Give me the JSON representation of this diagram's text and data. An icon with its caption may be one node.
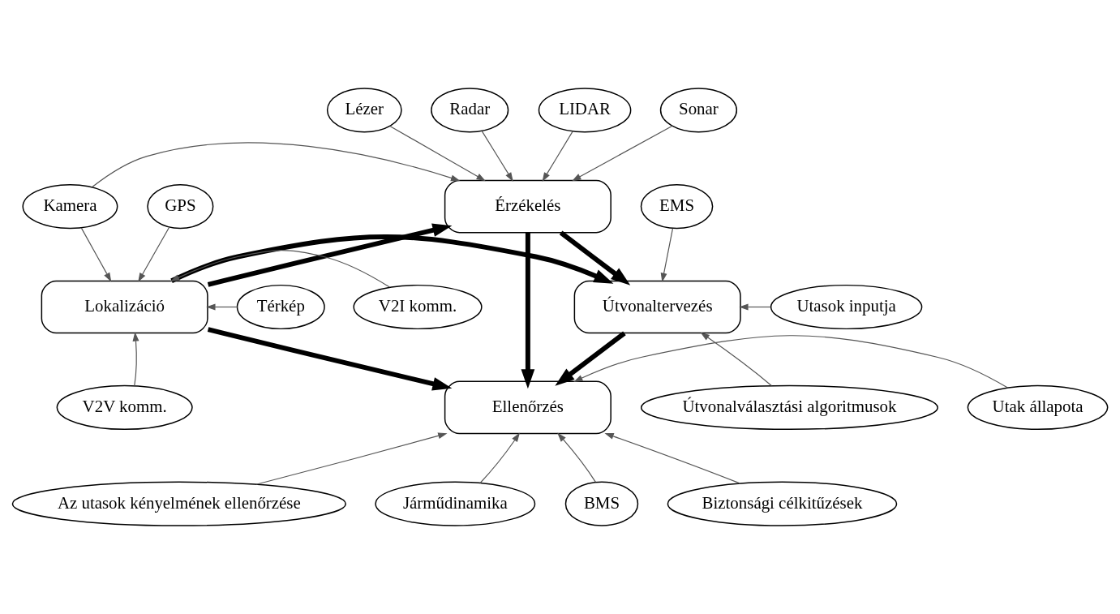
{
  "diagram": {
    "nodes": [
      {
        "text": [
          "Érzékelés"
        ]
      },
      {
        "text": [
          "Lokalizáció"
        ]
      },
      {
        "text": [
          "Útvonaltervezés"
        ]
      },
      {
        "text": [
          "Ellenőrzés"
        ]
      },
      {
        "text": [
          "Lézer"
        ]
      },
      {
        "text": [
          "Radar"
        ]
      },
      {
        "text": [
          "LIDAR"
        ]
      },
      {
        "text": [
          "Sonar"
        ]
      },
      {
        "text": [
          "Kamera"
        ]
      },
      {
        "text": [
          "EMS"
        ]
      },
      {
        "text": [
          "GPS"
        ]
      },
      {
        "text": [
          "Térkép"
        ]
      },
      {
        "text": [
          "Utasok inputja"
        ]
      },
      {
        "text": [
          "V2I komm."
        ]
      },
      {
        "text": [
          "V2V komm."
        ]
      },
      {
        "text": [
          "Útvonalválasztási algoritmusok"
        ]
      },
      {
        "text": [
          "Utak állapota"
        ]
      },
      {
        "text": [
          "Az utasok kényelmének ellenőrzése"
        ]
      },
      {
        "text": [
          "Járműdinamika"
        ]
      },
      {
        "text": [
          "BMS"
        ]
      },
      {
        "text": [
          "Biztonsági célkitűzések"
        ]
      }
    ],
    "edges": [
      {
        "from": 1,
        "to": 0,
        "arrow": "to",
        "style": "thick"
      },
      {
        "from": 1,
        "to": 2,
        "arrow": "to",
        "style": "thick"
      },
      {
        "from": 1,
        "to": 3,
        "arrow": "to",
        "style": "thick"
      },
      {
        "from": 0,
        "to": 2,
        "arrow": "to",
        "style": "thick"
      },
      {
        "from": 0,
        "to": 3,
        "arrow": "to",
        "style": "thick"
      },
      {
        "from": 2,
        "to": 3,
        "arrow": "to",
        "style": "thick"
      },
      {
        "from": 4,
        "to": 0,
        "arrow": "to"
      },
      {
        "from": 5,
        "to": 0,
        "arrow": "to"
      },
      {
        "from": 6,
        "to": 0,
        "arrow": "to"
      },
      {
        "from": 7,
        "to": 0,
        "arrow": "to"
      },
      {
        "from": 8,
        "to": 0,
        "arrow": "to"
      },
      {
        "from": 8,
        "to": 1,
        "arrow": "to"
      },
      {
        "from": 9,
        "to": 2,
        "arrow": "to"
      },
      {
        "from": 12,
        "to": 2,
        "arrow": "to"
      },
      {
        "from": 15,
        "to": 2,
        "arrow": "to"
      },
      {
        "from": 10,
        "to": 1,
        "arrow": "to"
      },
      {
        "from": 11,
        "to": 1,
        "arrow": "to"
      },
      {
        "from": 13,
        "to": 1,
        "arrow": "to"
      },
      {
        "from": 14,
        "to": 1,
        "arrow": "to"
      },
      {
        "from": 16,
        "to": 3,
        "arrow": "to"
      },
      {
        "from": 17,
        "to": 3,
        "arrow": "to"
      },
      {
        "from": 18,
        "to": 3,
        "arrow": "to"
      },
      {
        "from": 19,
        "to": 3,
        "arrow": "to"
      },
      {
        "from": 20,
        "to": 3,
        "arrow": "to"
      }
    ]
  }
}
